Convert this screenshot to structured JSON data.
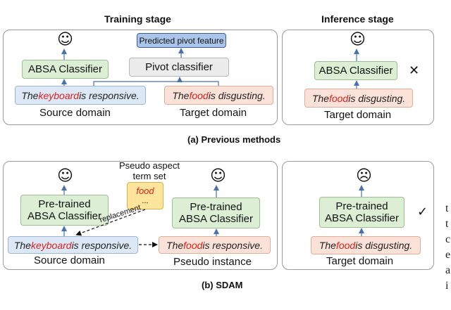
{
  "panel_a_train": {
    "stage_title": "Training stage",
    "pivot_feature": "Predicted pivot feature",
    "pivot_classifier": "Pivot classifier",
    "absa_classifier": "ABSA Classifier",
    "source_sentence": {
      "pre": "The ",
      "aspect": "keyboard",
      "post": " is responsive."
    },
    "target_sentence": {
      "pre": "The ",
      "aspect": "food",
      "post": " is disgusting."
    },
    "source_label": "Source domain",
    "target_label": "Target domain",
    "face": "☺"
  },
  "panel_a_infer": {
    "stage_title": "Inference stage",
    "absa_classifier": "ABSA Classifier",
    "sentence": {
      "pre": "The ",
      "aspect": "food",
      "post": " is disgusting."
    },
    "domain_label": "Target domain",
    "face": "☺",
    "mark": "✕"
  },
  "caption_a": "(a) Previous methods",
  "panel_b_train": {
    "pseudo_set_title_line1": "Pseudo aspect",
    "pseudo_set_title_line2": "term set",
    "pseudo_term": "food",
    "pseudo_more": "...",
    "classifier_line1": "Pre-trained",
    "classifier_line2": "ABSA Classifier",
    "replacement": "replacement",
    "source_sentence": {
      "pre": "The ",
      "aspect": "keyboard",
      "post": " is responsive."
    },
    "pseudo_sentence": {
      "pre": "The ",
      "aspect": "food",
      "post": " is responsive."
    },
    "source_label": "Source domain",
    "pseudo_label": "Pseudo instance",
    "face": "☺"
  },
  "panel_b_infer": {
    "classifier_line1": "Pre-trained",
    "classifier_line2": "ABSA Classifier",
    "sentence": {
      "pre": "The ",
      "aspect": "food",
      "post": " is disgusting."
    },
    "domain_label": "Target domain",
    "face": "☹",
    "mark": "✓"
  },
  "caption_b": "(b) SDAM",
  "side_text": [
    "t",
    "t",
    "c",
    "e",
    "a",
    "i"
  ],
  "colors": {
    "aspect_red": "#e0201b",
    "arrow_blue": "#4a72b0"
  }
}
